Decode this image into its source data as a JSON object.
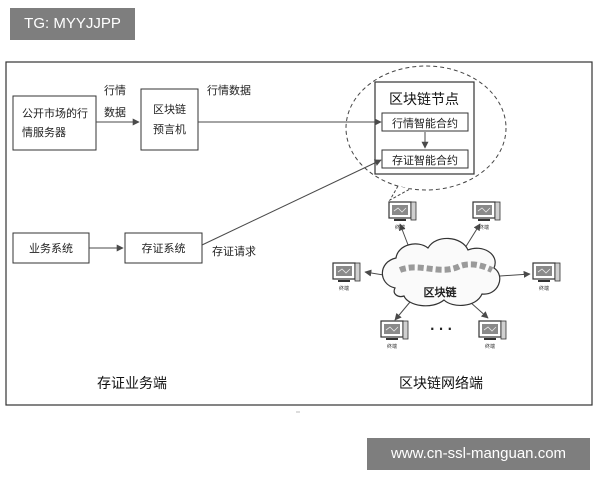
{
  "watermarks": {
    "top_left": "TG: MYYJJPP",
    "bottom_right": "www.cn-ssl-manguan.com"
  },
  "boxes": {
    "market_line1": "公开市场的行",
    "market_line2": "情服务器",
    "oracle_line1": "区块链",
    "oracle_line2": "预言机",
    "business": "业务系统",
    "evidence_system": "存证系统",
    "node_title": "区块链节点",
    "market_contract": "行情智能合约",
    "evidence_contract": "存证智能合约"
  },
  "edges": {
    "market_data_1": "行情",
    "market_data_2": "数据",
    "market_data_3": "行情数据",
    "evidence_request": "存证请求"
  },
  "network": {
    "cloud_label": "区块链",
    "ellipsis": "· · ·",
    "node_caption": "终端"
  },
  "sections": {
    "left": "存证业务端",
    "right": "区块链网络端"
  },
  "colors": {
    "line": "#4a4a4a",
    "box_border": "#333333",
    "watermark_bg": "#7e7e7e",
    "monitor_screen": "#8a8a8a"
  }
}
